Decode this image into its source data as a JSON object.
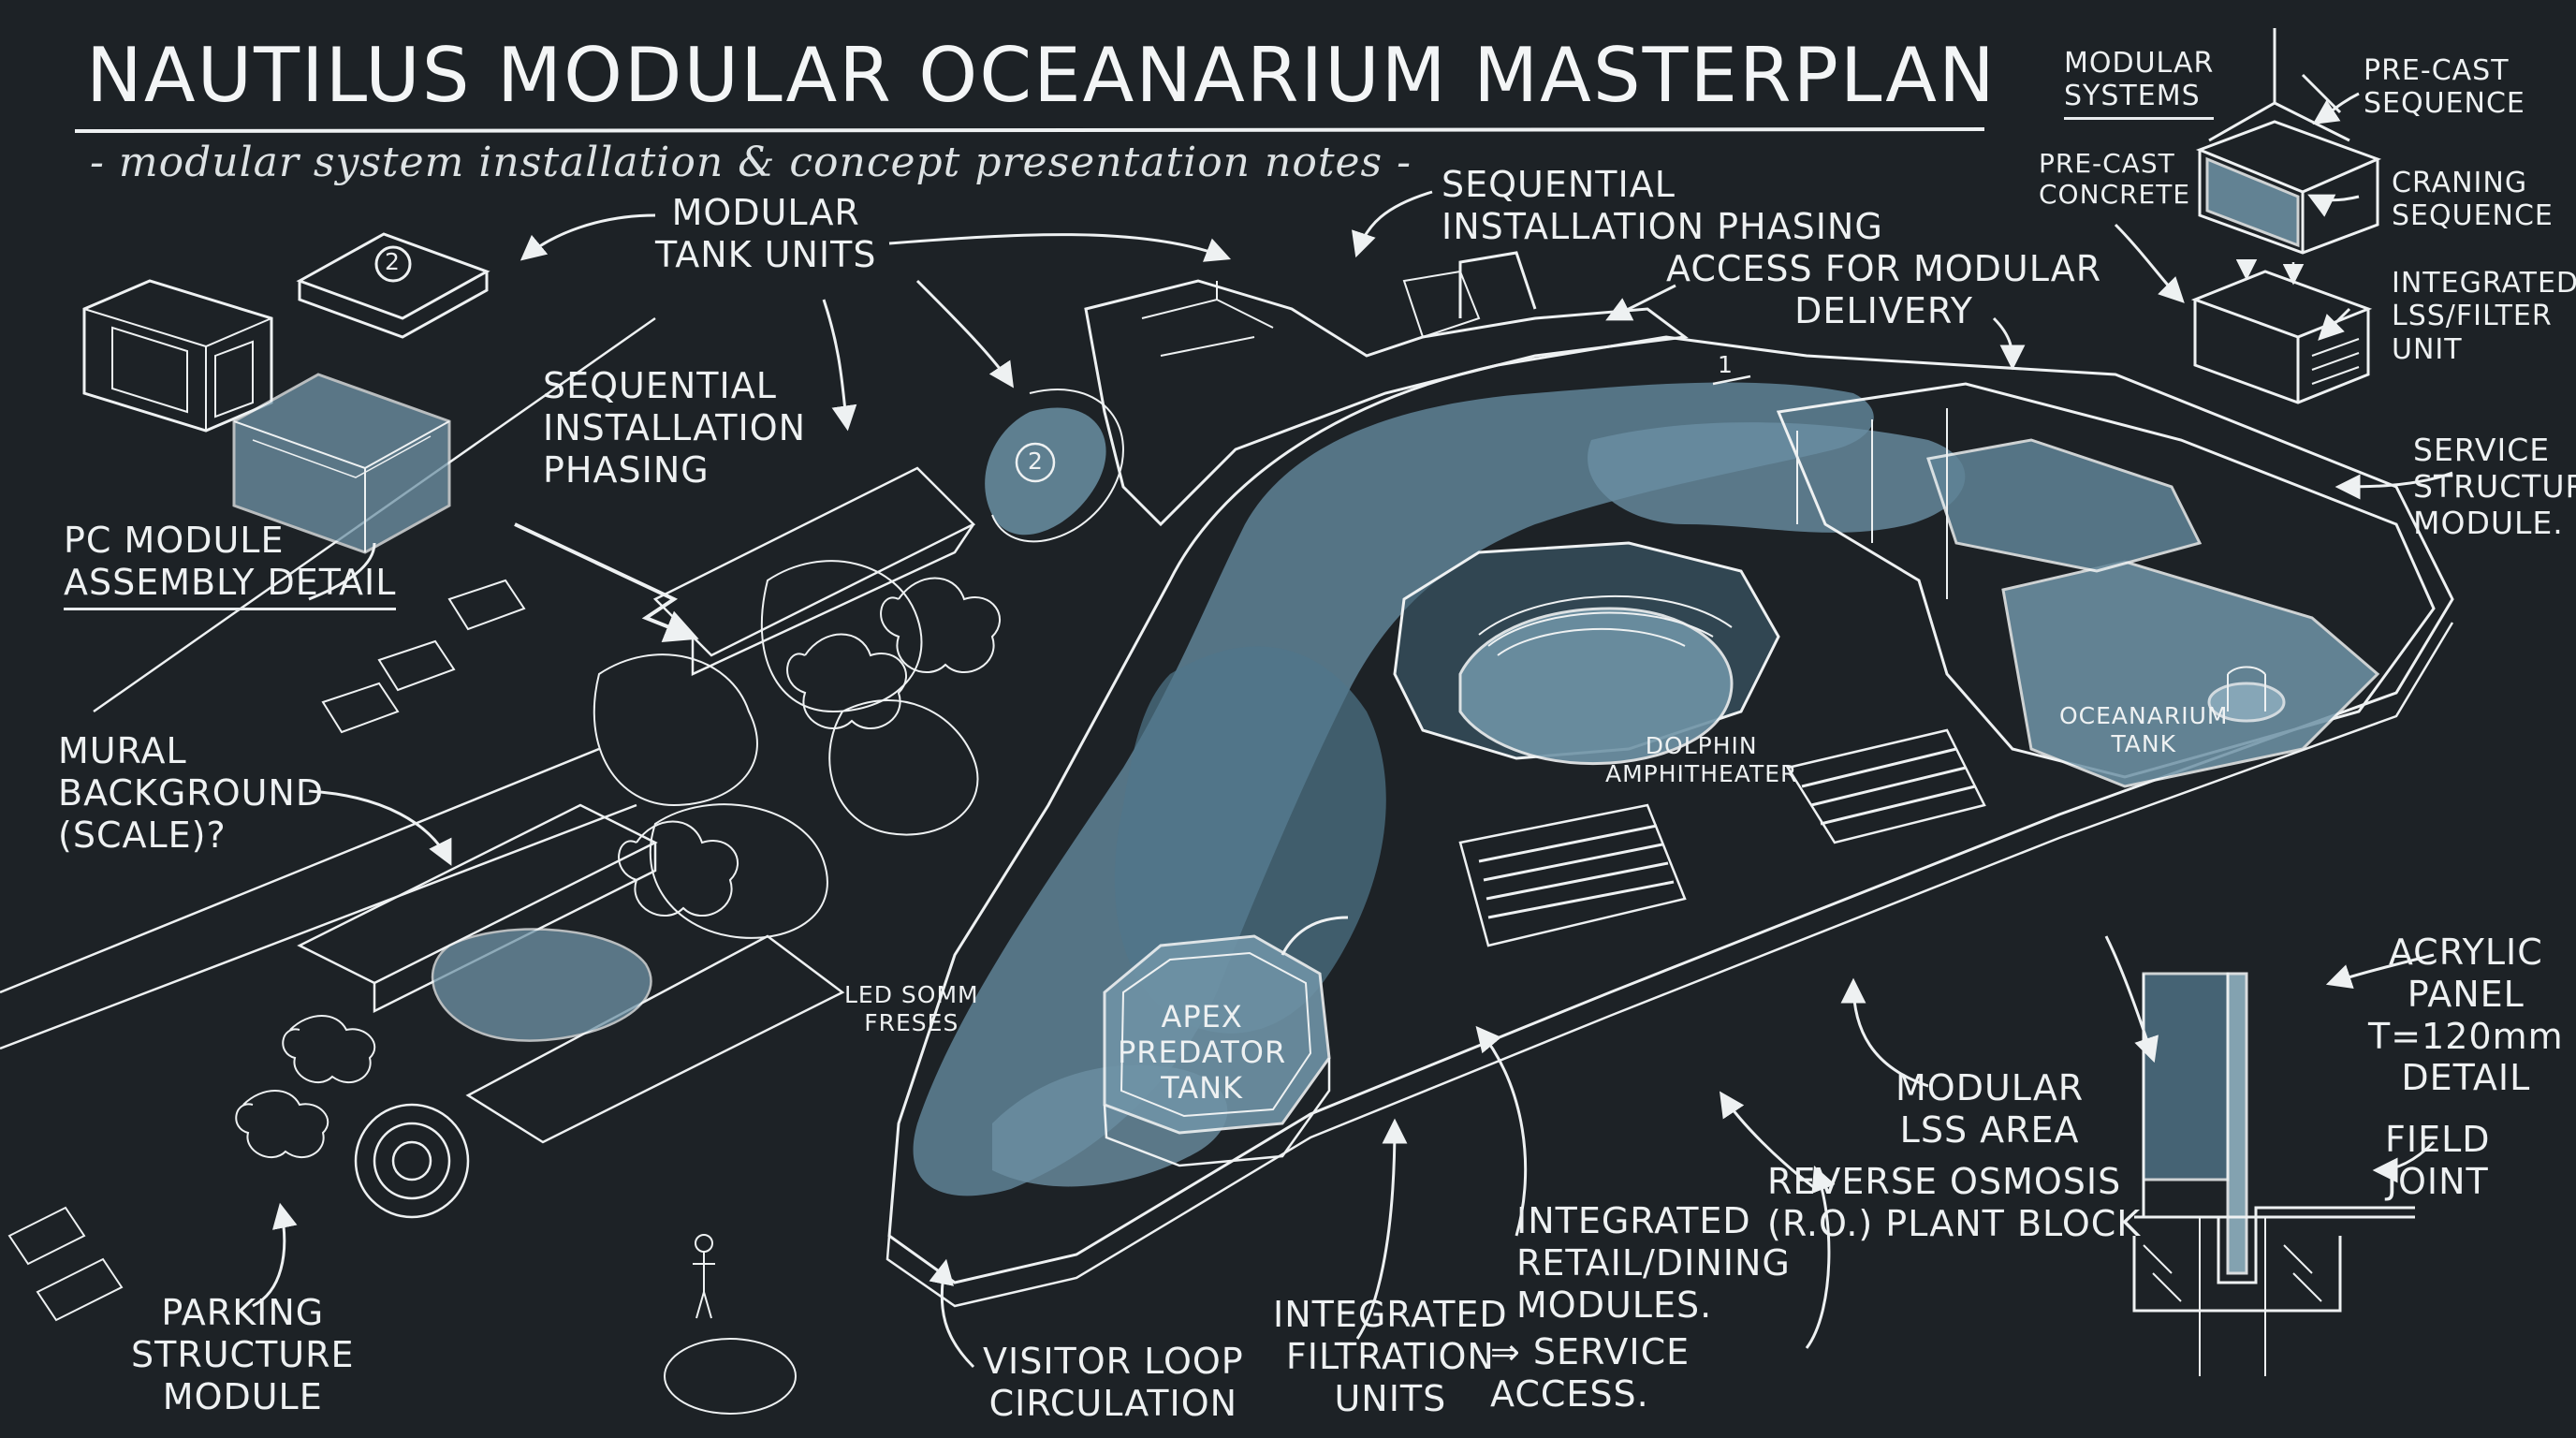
{
  "title": "NAUTILUS MODULAR OCEANARIUM MASTERPLAN",
  "subtitle": "- modular system installation & concept presentation notes -",
  "colors": {
    "board": "#1d2226",
    "chalk": "#eef1f2",
    "water": "#6f93a6",
    "water_dark": "#4d6f82"
  },
  "labels": {
    "modular_tank_units": "MODULAR\nTANK UNITS",
    "sequential_phasing_left": "SEQUENTIAL\nINSTALLATION\nPHASING",
    "pc_module": "PC MODULE\nASSEMBLY DETAIL",
    "mural": "MURAL\nBACKGROUND\n(SCALE)?",
    "parking": "PARKING\nSTRUCTURE\nMODULE",
    "sequential_phasing_top": "SEQUENTIAL\nINSTALLATION PHASING",
    "access_delivery": "ACCESS FOR MODULAR\nDELIVERY",
    "led_screens": "LED SOMM\nFRESES",
    "apex_tank": "APEX\nPREDATOR\nTANK",
    "dolphin_amph": "DOLPHIN\nAMPHITHEATER",
    "oceanarium_tank": "OCEANARIUM\nTANK",
    "visitor_loop": "VISITOR LOOP\nCIRCULATION",
    "integrated_filtration": "INTEGRATED\nFILTRATION\nUNITS",
    "service_access": "⇒ SERVICE\nACCESS.",
    "retail_dining": "INTEGRATED\nRETAIL/DINING\nMODULES.",
    "ro_plant": "REVERSE OSMOSIS\n(R.O.) PLANT BLOCK",
    "modular_lss": "MODULAR\nLSS AREA",
    "acrylic_panel": "ACRYLIC\nPANEL\nT=120mm\nDETAIL",
    "field_joint": "FIELD\nJOINT",
    "service_structure": "SERVICE\nSTRUCTURE\nMODULE.",
    "modular_systems": "MODULAR\nSYSTEMS",
    "precast_sequence": "PRE-CAST\nSEQUENCE",
    "precast_concrete": "PRE-CAST\nCONCRETE",
    "craning_sequence": "CRANING\nSEQUENCE",
    "integrated_lss": "INTEGRATED\nLSS/FILTER\nUNIT"
  },
  "markers": {
    "module_step": "2",
    "pool_step": "2",
    "phase_one": "1"
  }
}
